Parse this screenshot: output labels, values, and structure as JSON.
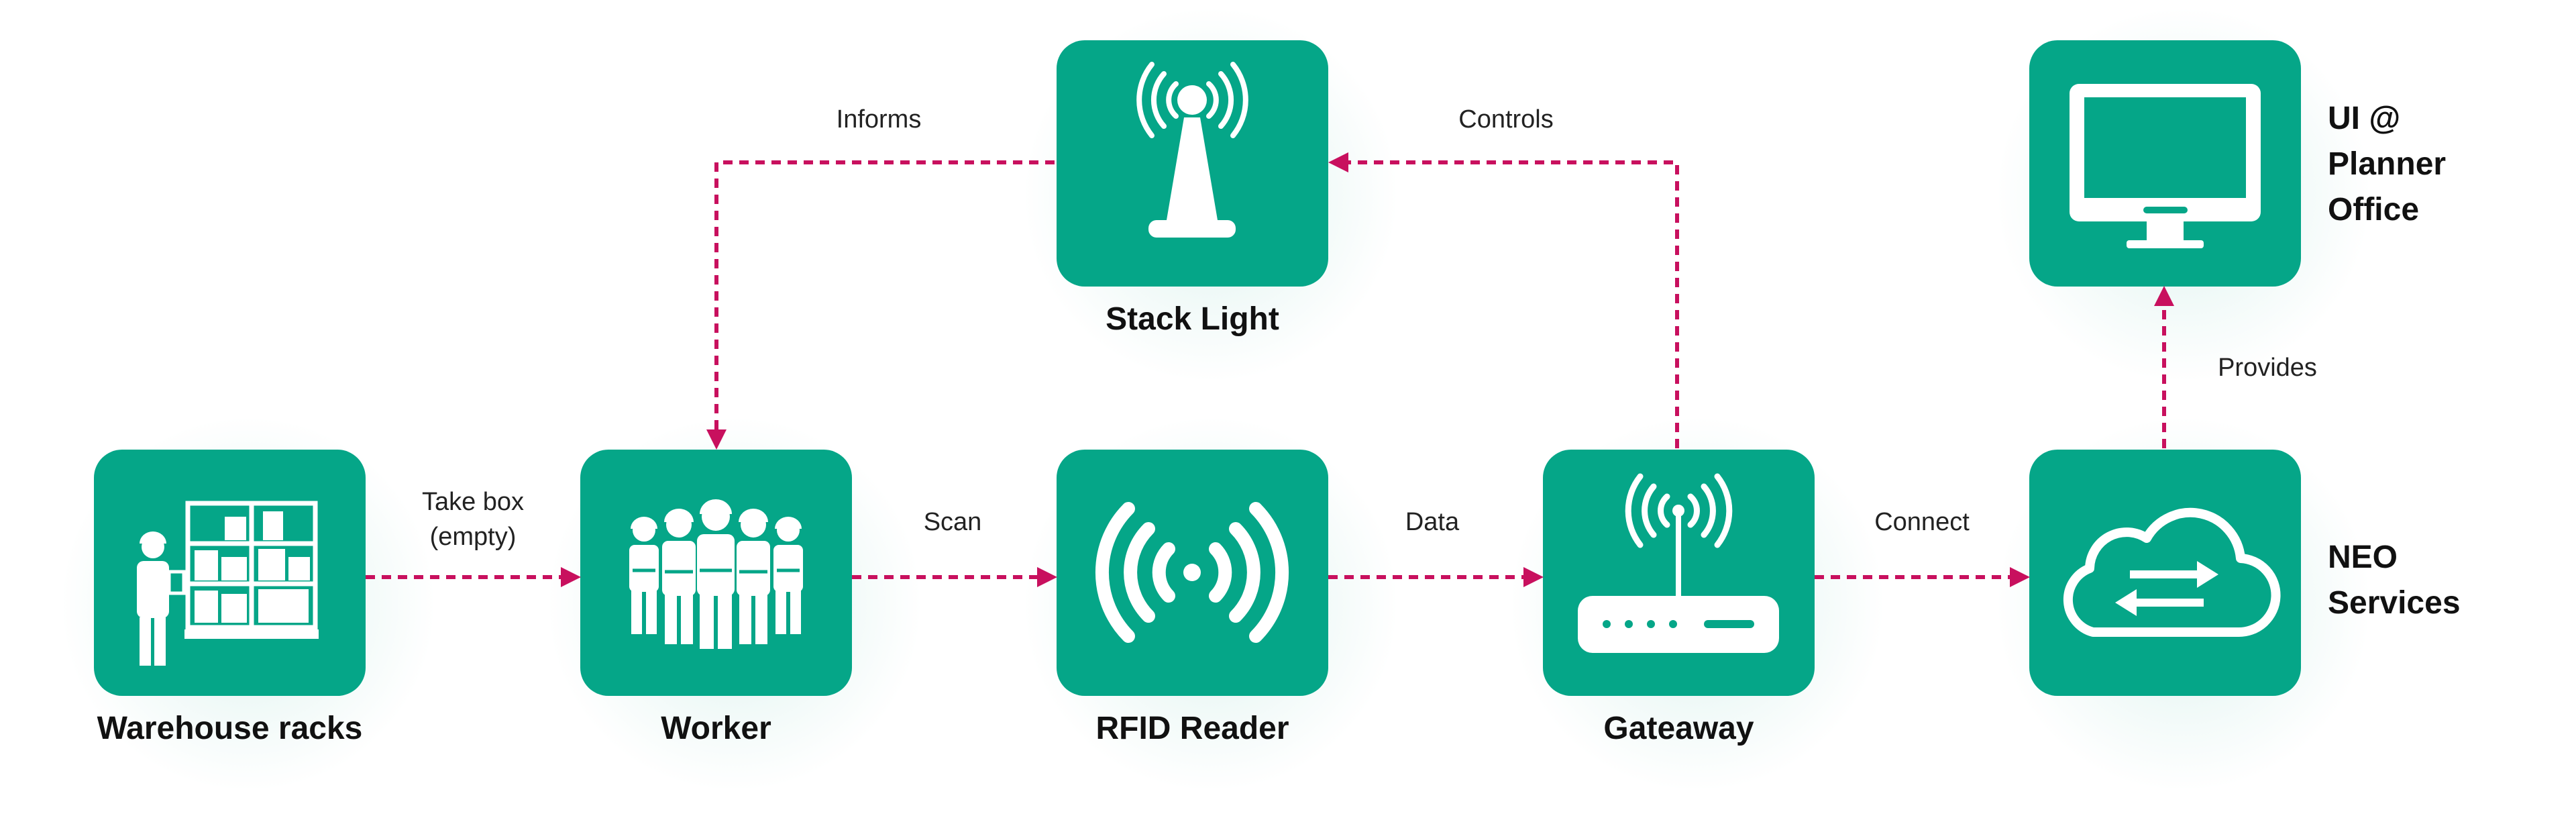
{
  "colors": {
    "node_fill": "#05a688",
    "icon": "#ffffff",
    "arrow": "#c8105e",
    "text": "#111111"
  },
  "nodes": {
    "warehouse": {
      "label": "Warehouse racks",
      "icon": "warehouse-worker-icon"
    },
    "worker": {
      "label": "Worker",
      "icon": "worker-group-icon"
    },
    "rfid": {
      "label": "RFID Reader",
      "icon": "rfid-signal-icon"
    },
    "gateway": {
      "label": "Gateaway",
      "icon": "router-wifi-icon"
    },
    "neo": {
      "label": "NEO\nServices",
      "icon": "cloud-sync-icon"
    },
    "stack": {
      "label": "Stack Light",
      "icon": "signal-tower-icon"
    },
    "ui": {
      "label": "UI @\nPlanner\nOffice",
      "icon": "monitor-icon"
    }
  },
  "edges": {
    "take_box": "Take box\n(empty)",
    "scan": "Scan",
    "data": "Data",
    "connect": "Connect",
    "provides": "Provides",
    "informs": "Informs",
    "controls": "Controls"
  }
}
